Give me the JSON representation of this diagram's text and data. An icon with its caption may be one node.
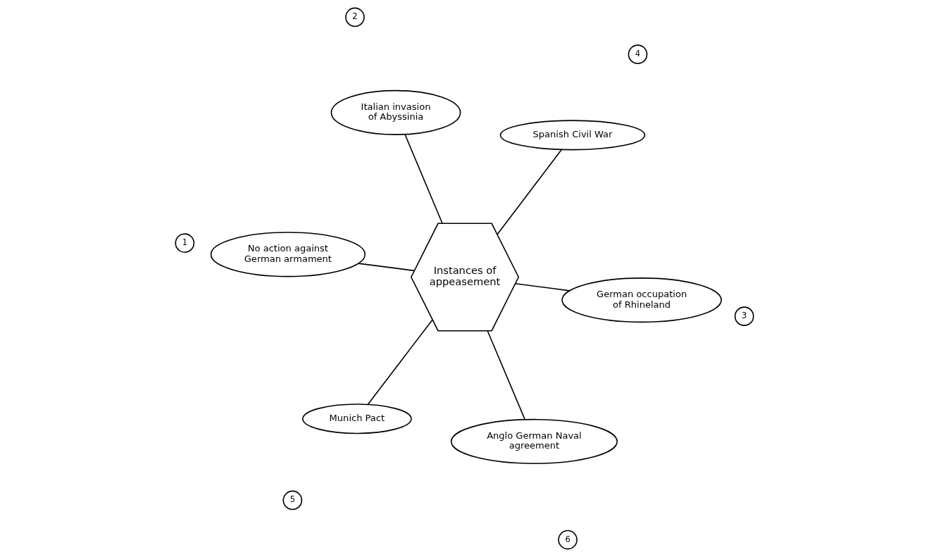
{
  "diagram": {
    "nodes": [
      {
        "text": [
          "1"
        ]
      },
      {
        "text": [
          "No action against German armament"
        ]
      },
      {
        "text": [
          "6"
        ]
      },
      {
        "text": [
          "2"
        ]
      },
      {
        "text": [
          "Anglo German Naval agreement"
        ]
      },
      {
        "text": [
          "Italian invasion of Abyssinia"
        ]
      },
      {
        "text": [
          "Instances of appeasement"
        ]
      },
      {
        "text": [
          "3"
        ]
      },
      {
        "text": [
          "5"
        ]
      },
      {
        "text": [
          "Munich Pact"
        ]
      },
      {
        "text": [
          "German occupation of Rhineland"
        ]
      },
      {
        "text": [
          "Spanish Civil War"
        ]
      },
      {
        "text": [
          "4"
        ]
      }
    ],
    "edges": [
      {
        "from": 6,
        "to": 1,
        "arrow": "none"
      },
      {
        "from": 6,
        "to": 5,
        "arrow": "none"
      },
      {
        "from": 6,
        "to": 10,
        "arrow": "none"
      },
      {
        "from": 6,
        "to": 11,
        "arrow": "none"
      },
      {
        "from": 6,
        "to": 9,
        "arrow": "none"
      },
      {
        "from": 6,
        "to": 4,
        "arrow": "none"
      }
    ]
  }
}
